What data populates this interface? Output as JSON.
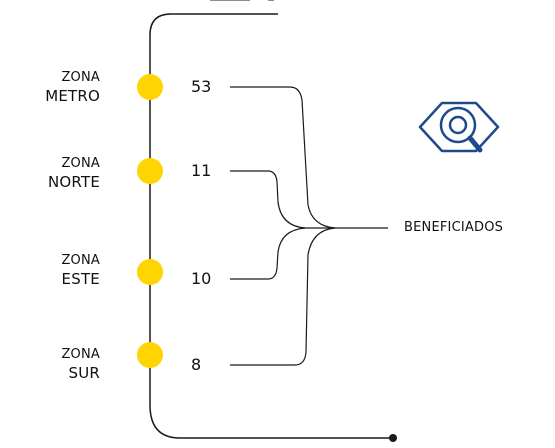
{
  "colors": {
    "dot": "#FFD400",
    "line": "#1a1a1a",
    "icon": "#1F4A8A"
  },
  "target": {
    "label": "BENEFICIADOS",
    "icon": "eye-search-icon"
  },
  "zones": [
    {
      "line1": "ZONA",
      "line2": "METRO",
      "value": "53"
    },
    {
      "line1": "ZONA",
      "line2": "NORTE",
      "value": "11"
    },
    {
      "line1": "ZONA",
      "line2": "ESTE",
      "value": "10"
    },
    {
      "line1": "ZONA",
      "line2": "SUR",
      "value": "8"
    }
  ]
}
